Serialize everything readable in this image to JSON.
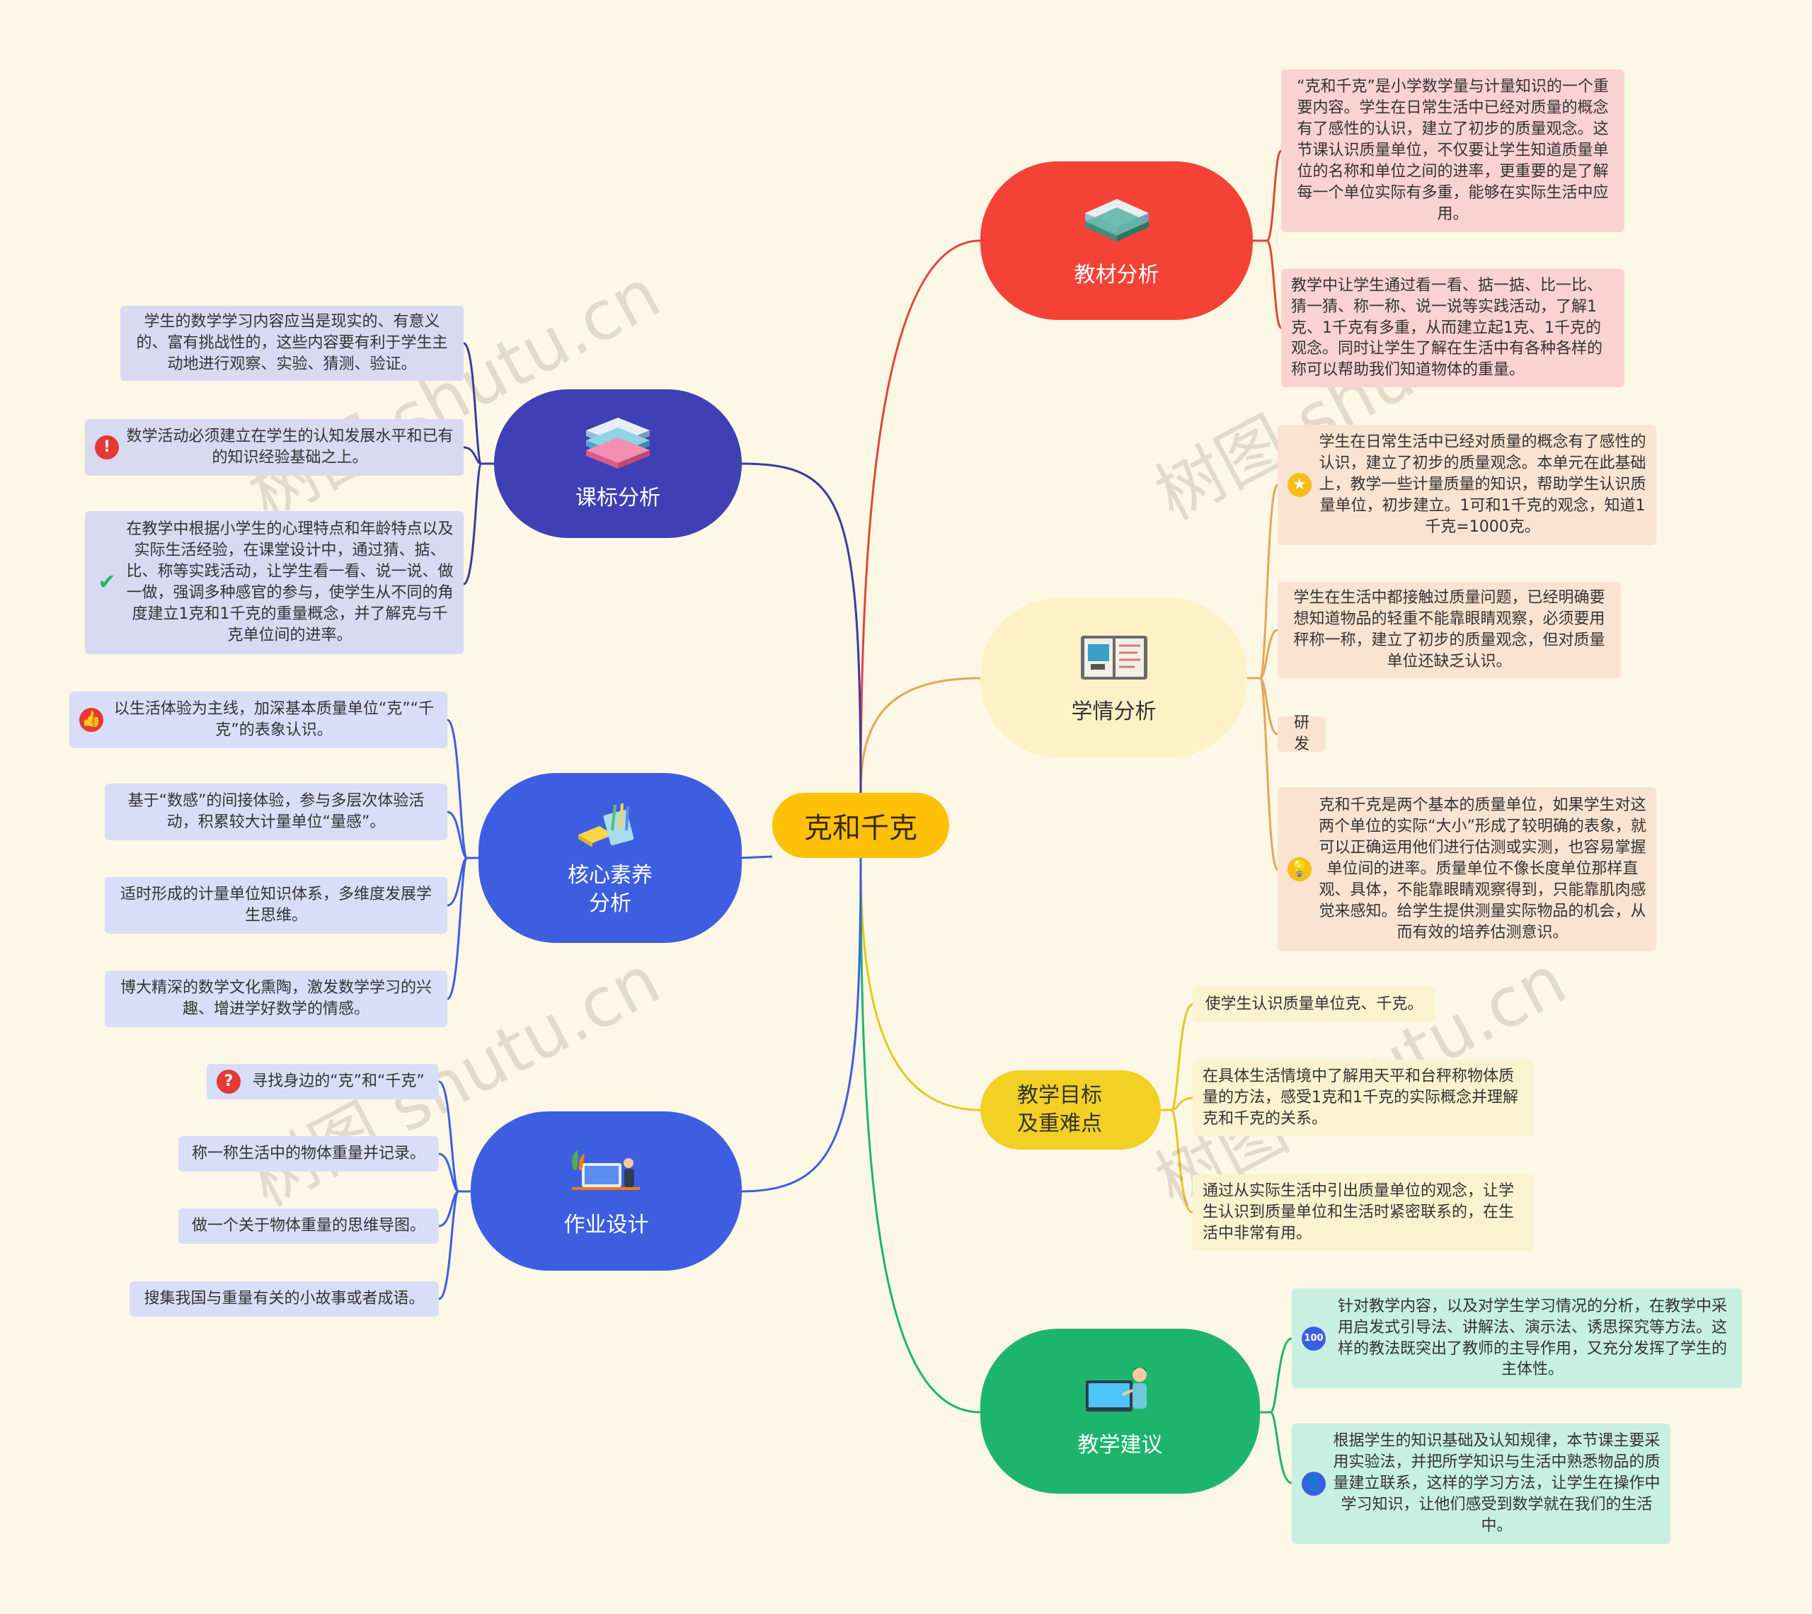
{
  "center": {
    "label": "克和千克"
  },
  "branches": {
    "jiaocai": {
      "label": "教材分析",
      "color": "#f44336",
      "icon": "books-icon",
      "leaves": [
        "“克和千克”是小学数学量与计量知识的一个重要内容。学生在日常生活中已经对质量的概念有了感性的认识，建立了初步的质量观念。这节课认识质量单位，不仅要让学生知道质量单位的名称和单位之间的进率，更重要的是了解每一个单位实际有多重，能够在实际生活中应用。",
        "教学中让学生通过看一看、掂一掂、比一比、猜一猜、称一称、说一说等实践活动，了解1克、1千克有多重，从而建立起1克、1千克的观念。同时让学生了解在生活中有各种各样的称可以帮助我们知道物体的重量。"
      ]
    },
    "xueqing": {
      "label": "学情分析",
      "color": "#fff1c6",
      "icon": "notebook-icon",
      "leaves": [
        "学生在日常生活中已经对质量的概念有了感性的认识，建立了初步的质量观念。本单元在此基础上，教学一些计量质量的知识，帮助学生认识质量单位，初步建立。1可和1千克的观念，知道1千克=1000克。",
        "学生在生活中都接触过质量问题，已经明确要想知道物品的轻重不能靠眼睛观察，必须要用秤称一称，建立了初步的质量观念，但对质量单位还缺乏认识。",
        "研发",
        "克和千克是两个基本的质量单位，如果学生对这两个单位的实际“大小”形成了较明确的表象，就可以正确运用他们进行估测或实测，也容易掌握单位间的进率。质量单位不像长度单位那样直观、具体，不能靠眼睛观察得到，只能靠肌肉感觉来感知。给学生提供测量实际物品的机会，从而有效的培养估测意识。"
      ]
    },
    "mubiao": {
      "label": "教学目标及重难点",
      "label_line1": "教学目标",
      "label_line2": "及重难点",
      "color": "#f2d024",
      "leaves": [
        "使学生认识质量单位克、千克。",
        "在具体生活情境中了解用天平和台秤称物体质量的方法，感受1克和1千克的实际概念并理解克和千克的关系。",
        "通过从实际生活中引出质量单位的观念，让学生认识到质量单位和生活时紧密联系的，在生活中非常有用。"
      ]
    },
    "jianyi": {
      "label": "教学建议",
      "color": "#1db56c",
      "icon": "teacher-icon",
      "leaves": [
        "针对教学内容，以及对学生学习情况的分析，在教学中采用启发式引导法、讲解法、演示法、诱思探究等方法。这样的教法既突出了教师的主导作用，又充分发挥了学生的主体性。",
        "根据学生的知识基础及认知规律，本节课主要采用实验法，并把所学知识与生活中熟悉物品的质量建立联系，这样的学习方法，让学生在操作中学习知识，让他们感受到数学就在我们的生活中。"
      ]
    },
    "kebiao": {
      "label": "课标分析",
      "color": "#3f3fb6",
      "icon": "books-stack-icon",
      "leaves": [
        "学生的数学学习内容应当是现实的、有意义的、富有挑战性的，这些内容要有利于学生主动地进行观察、实验、猜测、验证。",
        "数学活动必须建立在学生的认知发展水平和已有的知识经验基础之上。",
        "在教学中根据小学生的心理特点和年龄特点以及实际生活经验，在课堂设计中，通过猜、掂、比、称等实践活动，让学生看一看、说一说、做一做，强调多种感官的参与，使学生从不同的角度建立1克和1千克的重量概念，并了解克与千克单位间的进率。"
      ]
    },
    "suyang": {
      "label": "核心素养分析",
      "label_line1": "核心素养",
      "label_line2": "分析",
      "color": "#3d5ee1",
      "icon": "stationery-icon",
      "leaves": [
        "以生活体验为主线，加深基本质量单位“克”“千克”的表象认识。",
        "基于“数感”的间接体验，参与多层次体验活动，积累较大计量单位“量感”。",
        "适时形成的计量单位知识体系，多维度发展学生思维。",
        "博大精深的数学文化熏陶，激发数学学习的兴趣、增进学好数学的情感。"
      ]
    },
    "zuoye": {
      "label": "作业设计",
      "color": "#3d5ee1",
      "icon": "workspace-icon",
      "leaves": [
        "寻找身边的“克”和“千克”",
        "称一称生活中的物体重量并记录。",
        "做一个关于物体重量的思维导图。",
        "搜集我国与重量有关的小故事或者成语。"
      ]
    }
  },
  "watermark": "树图 shutu.cn"
}
